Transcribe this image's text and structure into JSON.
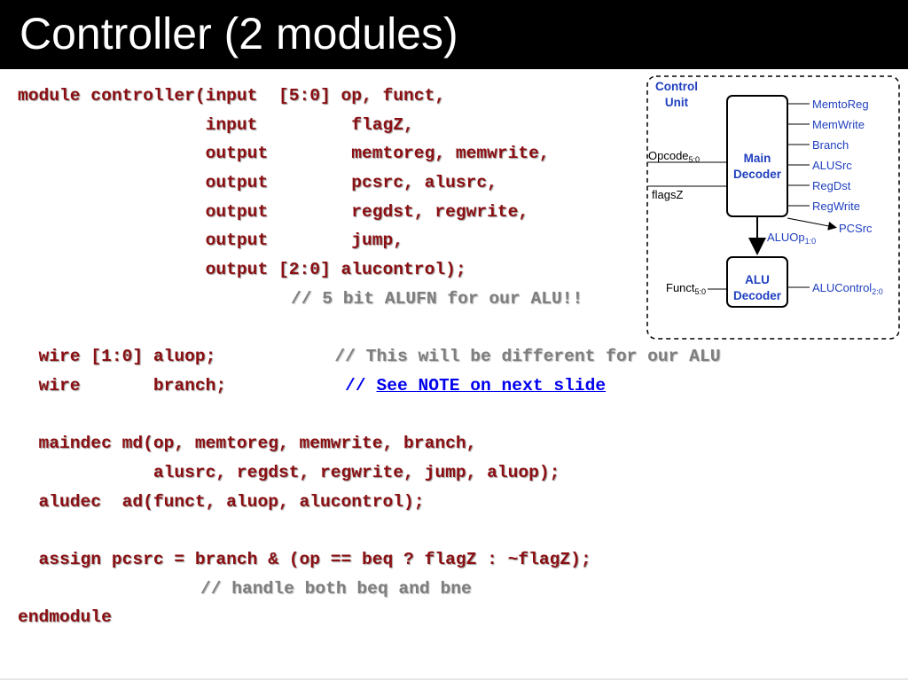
{
  "title": "Controller (2 modules)",
  "code": {
    "l1": "module controller(input  [5:0] op, funct,",
    "l2": "                  input         flagZ,",
    "l3": "                  output        memtoreg, memwrite,",
    "l4": "                  output        pcsrc, alusrc,",
    "l5": "                  output        regdst, regwrite,",
    "l6": "                  output        jump,",
    "l7": "                  output [2:0] alucontrol);",
    "l8": "// 5 bit ALUFN for our ALU!!",
    "l10_code": "  wire [1:0] aluop;",
    "l10_comment": "// This will be different for our ALU",
    "l11_code": "  wire       branch;",
    "l11_comment": "// ",
    "l11_link": "See NOTE on next slide",
    "l13": "  maindec md(op, memtoreg, memwrite, branch,",
    "l14": "             alusrc, regdst, regwrite, jump, aluop);",
    "l15": "  aludec  ad(funct, aluop, alucontrol);",
    "l17": "  assign pcsrc = branch & (op == beq ? flagZ : ~flagZ);",
    "l18": "// handle both beq and bne",
    "l19": "endmodule"
  },
  "diagram": {
    "unit_label_1": "Control",
    "unit_label_2": "Unit",
    "main_decoder_1": "Main",
    "main_decoder_2": "Decoder",
    "alu_decoder_1": "ALU",
    "alu_decoder_2": "Decoder",
    "opcode": "Opcode",
    "opcode_sub": "5:0",
    "flagz": "flagsZ",
    "funct": "Funct",
    "funct_sub": "5:0",
    "outputs": [
      "MemtoReg",
      "MemWrite",
      "Branch",
      "ALUSrc",
      "RegDst",
      "RegWrite"
    ],
    "pcsrc": "PCSrc",
    "aluop": "ALUOp",
    "aluop_sub": "1:0",
    "alucontrol": "ALUControl",
    "alucontrol_sub": "2:0"
  },
  "colors": {
    "code": "#8b0f12",
    "comment": "#7e7e7e",
    "link": "#0000ee",
    "diagram_label": "#1f3fbf",
    "title_bar": "#000000"
  }
}
